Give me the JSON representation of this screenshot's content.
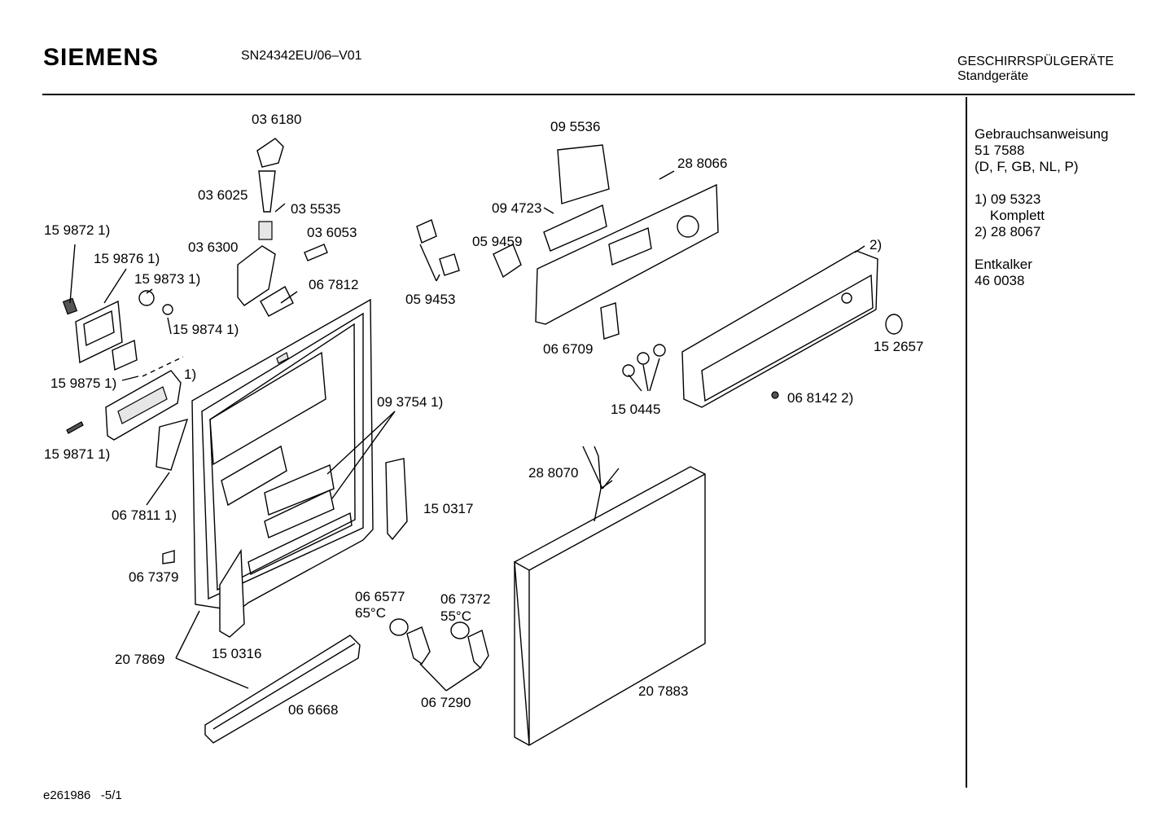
{
  "header": {
    "brand": "SIEMENS",
    "model": "SN24342EU/06–V01",
    "category_line1": "GESCHIRRSPÜLGERÄTE",
    "category_line2": "Standgeräte"
  },
  "sidebar": {
    "lines": [
      "Gebrauchsanweisung",
      "51 7588",
      "(D, F, GB, NL, P)",
      "",
      "1) 09 5323",
      "    Komplett",
      "2) 28 8067",
      "",
      "Entkalker",
      "46 0038"
    ]
  },
  "parts": [
    {
      "id": "036180",
      "text": "03 6180"
    },
    {
      "id": "036025",
      "text": "03 6025"
    },
    {
      "id": "035535",
      "text": "03 5535"
    },
    {
      "id": "036053",
      "text": "03 6053"
    },
    {
      "id": "036300",
      "text": "03 6300"
    },
    {
      "id": "067812",
      "text": "06 7812"
    },
    {
      "id": "159872",
      "text": "15 9872 1)"
    },
    {
      "id": "159876",
      "text": "15 9876 1)"
    },
    {
      "id": "159873",
      "text": "15 9873 1)"
    },
    {
      "id": "159874",
      "text": "15 9874 1)"
    },
    {
      "id": "159875",
      "text": "15 9875 1)"
    },
    {
      "id": "note1",
      "text": "1)"
    },
    {
      "id": "159871",
      "text": "15 9871 1)"
    },
    {
      "id": "067811",
      "text": "06 7811 1)"
    },
    {
      "id": "067379",
      "text": "06 7379"
    },
    {
      "id": "207869",
      "text": "20 7869"
    },
    {
      "id": "150316",
      "text": "15 0316"
    },
    {
      "id": "066668",
      "text": "06 6668"
    },
    {
      "id": "093754",
      "text": "09 3754 1)"
    },
    {
      "id": "150317",
      "text": "15 0317"
    },
    {
      "id": "095536",
      "text": "09 5536"
    },
    {
      "id": "094723",
      "text": "09 4723"
    },
    {
      "id": "059459",
      "text": "05 9459"
    },
    {
      "id": "059453",
      "text": "05 9453"
    },
    {
      "id": "288066",
      "text": "28 8066"
    },
    {
      "id": "066709",
      "text": "06 6709"
    },
    {
      "id": "note2",
      "text": "2)"
    },
    {
      "id": "152657",
      "text": "15 2657"
    },
    {
      "id": "150445",
      "text": "15 0445"
    },
    {
      "id": "068142",
      "text": "06 8142 2)"
    },
    {
      "id": "288070",
      "text": "28 8070"
    },
    {
      "id": "066577",
      "text": "06 6577"
    },
    {
      "id": "t65",
      "text": "65°C"
    },
    {
      "id": "067372",
      "text": "06 7372"
    },
    {
      "id": "t55",
      "text": "55°C"
    },
    {
      "id": "067290",
      "text": "06 7290"
    },
    {
      "id": "207883",
      "text": "20 7883"
    }
  ],
  "footer": {
    "drawing_id": "e261986",
    "page": "-5/1"
  }
}
